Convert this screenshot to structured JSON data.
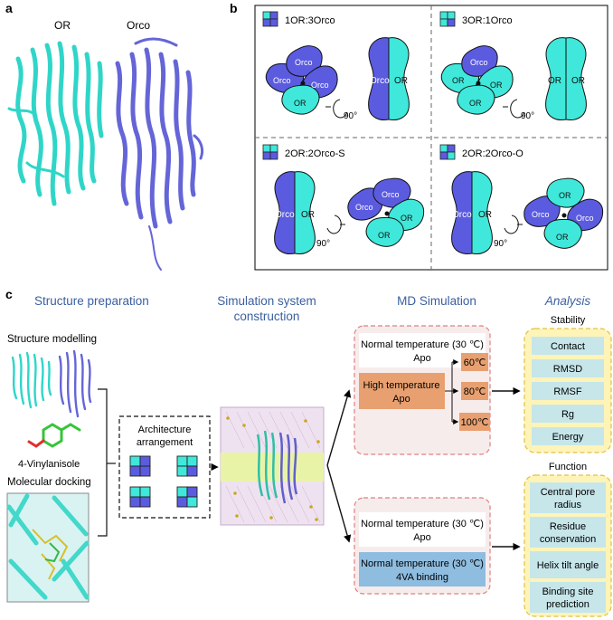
{
  "panel_a": {
    "letter": "a",
    "label_or": "OR",
    "label_orco": "Orco"
  },
  "panel_b": {
    "letter": "b",
    "q1_title": "1OR:3Orco",
    "q2_title": "3OR:1Orco",
    "q3_title": "2OR:2Orco-S",
    "q4_title": "2OR:2Orco-O",
    "orco": "Orco",
    "or": "OR",
    "angle": "90°"
  },
  "panel_c": {
    "letter": "c",
    "heading_prep": "Structure preparation",
    "heading_sim_1": "Simulation system",
    "heading_sim_2": "construction",
    "heading_md": "MD Simulation",
    "heading_analysis": "Analysis",
    "structure_modelling": "Structure modelling",
    "ligand_name": "4-Vinylanisole",
    "molecular_docking": "Molecular docking",
    "arch_1": "Architecture",
    "arch_2": "arrangement",
    "md_normal_1": "Normal temperature (30 ℃)",
    "md_normal_2": "Apo",
    "md_high_1": "High temperature",
    "md_high_2": "Apo",
    "t60": "60℃",
    "t80": "80℃",
    "t100": "100℃",
    "md2_normal_1": "Normal temperature (30 ℃)",
    "md2_normal_2": "Apo",
    "md2_bind_1": "Normal temperature (30 ℃)",
    "md2_bind_2": "4VA binding",
    "stability": "Stability",
    "stab_items": [
      "Contact",
      "RMSD",
      "RMSF",
      "Rg",
      "Energy"
    ],
    "function": "Function",
    "func_1a": "Central pore",
    "func_1b": "radius",
    "func_2a": "Residue",
    "func_2b": "conservation",
    "func_3": "Helix tilt angle",
    "func_4a": "Binding site",
    "func_4b": "prediction"
  },
  "colors": {
    "or_cyan": "#3fe8da",
    "orco_purple": "#5b5be0",
    "heading_blue": "#3a5fa0",
    "md_orange": "#e8a070",
    "md_blue": "#8fbde0",
    "analysis_yellow": "#fff4b8",
    "analysis_box": "#c6e6ea"
  }
}
